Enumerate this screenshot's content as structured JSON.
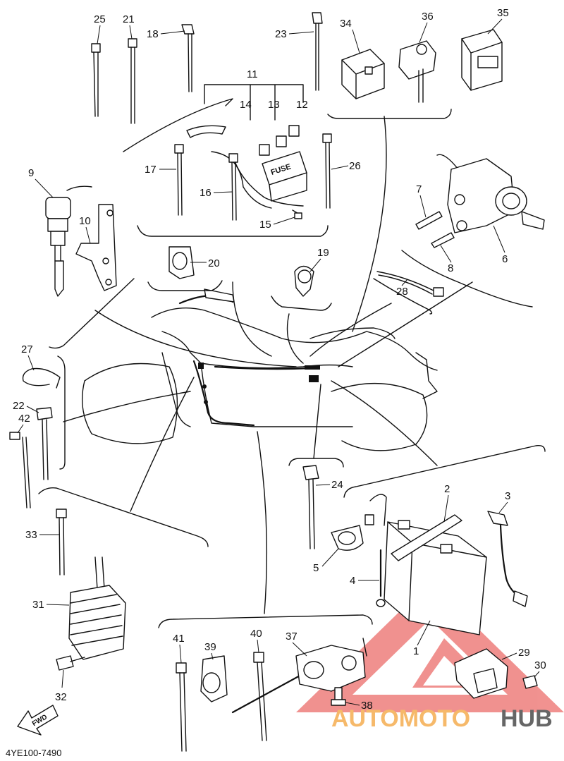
{
  "diagram_code": "4YE100-7490",
  "fuse_text": "FUSE",
  "fwd_text": "FWD",
  "watermark": {
    "part1": "AUTOMOTO",
    "part2": "HUB",
    "triangle_color": "#e53935",
    "text_color_1": "#f6b96a",
    "text_color_2": "#666666"
  },
  "callouts": [
    "1",
    "2",
    "3",
    "4",
    "5",
    "6",
    "7",
    "8",
    "9",
    "10",
    "11",
    "12",
    "13",
    "14",
    "15",
    "16",
    "17",
    "18",
    "19",
    "20",
    "21",
    "22",
    "23",
    "24",
    "25",
    "26",
    "27",
    "28",
    "29",
    "30",
    "31",
    "32",
    "33",
    "34",
    "35",
    "36",
    "37",
    "38",
    "39",
    "40",
    "41",
    "42"
  ]
}
